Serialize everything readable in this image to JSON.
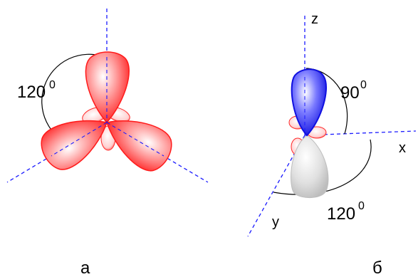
{
  "panel_a": {
    "angle_label": "120",
    "angle_degree_mark": "0",
    "caption": "а"
  },
  "panel_b": {
    "axis_z": "z",
    "axis_x": "x",
    "axis_y": "y",
    "angle_top_label": "90",
    "angle_top_degree_mark": "0",
    "angle_bottom_label": "120",
    "angle_bottom_degree_mark": "0",
    "caption": "б"
  },
  "colors": {
    "red_lobe": "#ff3333",
    "blue_lobe": "#2222ee",
    "gray_lobe": "#c8c8c8",
    "axis": "#1a1aff"
  }
}
